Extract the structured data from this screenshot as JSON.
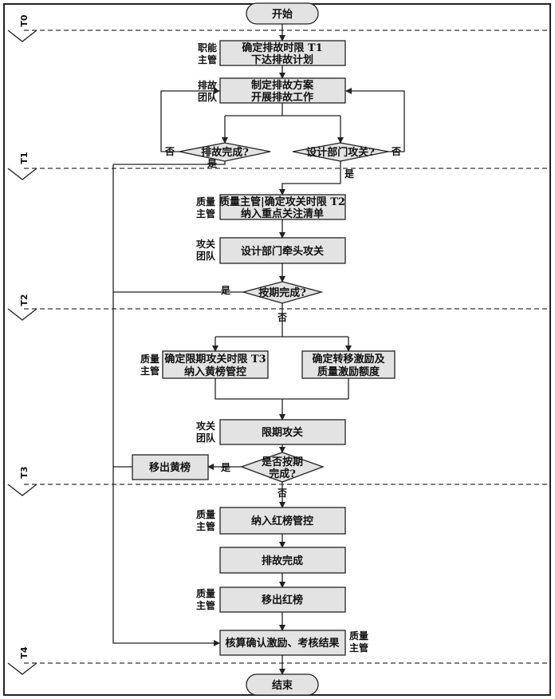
{
  "terminals": {
    "start": "开始",
    "end": "结束"
  },
  "phases": [
    "T0",
    "T1",
    "T2",
    "T3",
    "T4"
  ],
  "boxes": {
    "b1": [
      "确定排故时限 T1",
      "下达排故计划"
    ],
    "b2": [
      "制定排故方案",
      "开展排故工作"
    ],
    "b3": [
      "质量主管|确定攻关时限 T2",
      "纳入重点关注清单"
    ],
    "b4": [
      "设计部门牵头攻关"
    ],
    "b5": [
      "确定限期攻关时限 T3",
      "纳入黄榜管控"
    ],
    "b6": [
      "确定转移激励及",
      "质量激励额度"
    ],
    "b7": [
      "限期攻关"
    ],
    "b8": [
      "移出黄榜"
    ],
    "b9": [
      "纳入红榜管控"
    ],
    "b10": [
      "排故完成"
    ],
    "b11": [
      "移出红榜"
    ],
    "b12": [
      "核算确认激励、考核结果"
    ]
  },
  "decisions": {
    "d1": [
      "排故完成?"
    ],
    "d2": [
      "设计部门攻关?"
    ],
    "d3": [
      "按期完成?"
    ],
    "d4": [
      "是否按期",
      "完成?"
    ]
  },
  "roles": {
    "r1": [
      "职能",
      "主管"
    ],
    "r2": [
      "排故",
      "团队"
    ],
    "r3": [
      "质量",
      "主管"
    ],
    "r4": [
      "攻关",
      "团队"
    ],
    "r5": [
      "质量",
      "主管"
    ],
    "r6": [
      "攻关",
      "团队"
    ],
    "r7": [
      "质量",
      "主管"
    ],
    "r8": [
      "质量",
      "主管"
    ],
    "r9": [
      "质量",
      "主管"
    ]
  },
  "edge_labels": {
    "yes": "是",
    "no": "否"
  }
}
